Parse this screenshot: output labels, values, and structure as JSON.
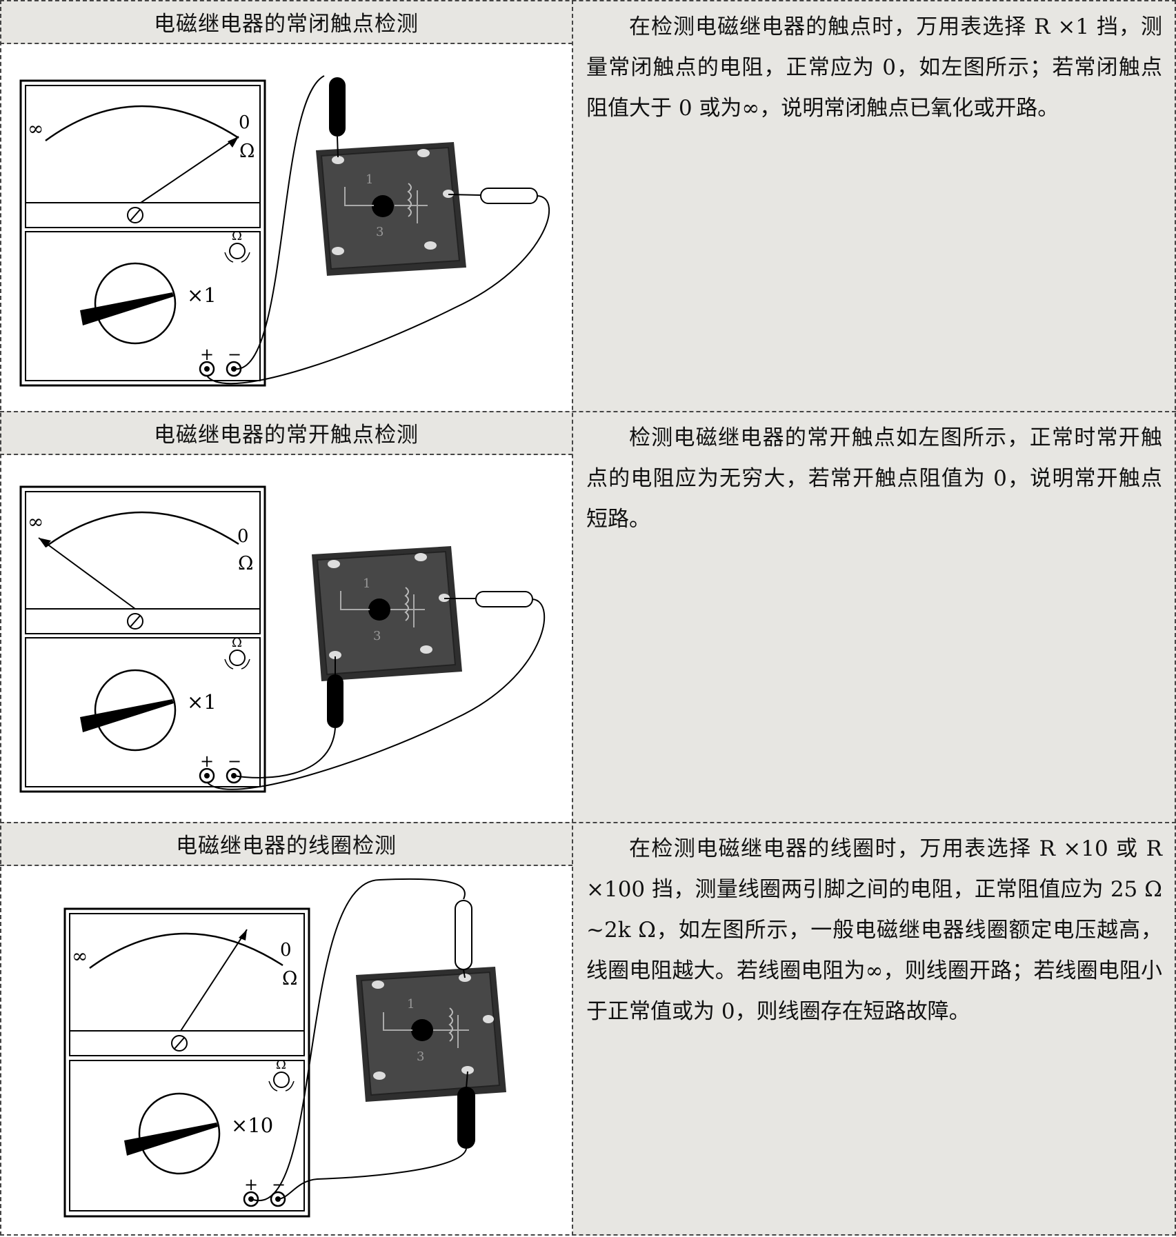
{
  "sections": [
    {
      "header": "电磁继电器的常闭触点检测",
      "description": "在检测电磁继电器的触点时，万用表选择 R ×1 挡，测量常闭触点的电阻，正常应为 0，如左图所示；若常闭触点阻值大于 0 或为∞，说明常闭触点已氧化或开路。",
      "meter": {
        "scale_left": "∞",
        "scale_right": "0",
        "unit": "Ω",
        "range_label": "×1",
        "plus": "+",
        "minus": "−",
        "pointer_reading": "0"
      },
      "relay_pins": [
        "1",
        "3"
      ]
    },
    {
      "header": "电磁继电器的常开触点检测",
      "description": "检测电磁继电器的常开触点如左图所示，正常时常开触点的电阻应为无穷大，若常开触点阻值为 0，说明常开触点短路。",
      "meter": {
        "scale_left": "∞",
        "scale_right": "0",
        "unit": "Ω",
        "range_label": "×1",
        "plus": "+",
        "minus": "−",
        "pointer_reading": "∞"
      },
      "relay_pins": [
        "1",
        "3"
      ]
    },
    {
      "header": "电磁继电器的线圈检测",
      "description": "在检测电磁继电器的线圈时，万用表选择 R ×10 或 R ×100 挡，测量线圈两引脚之间的电阻，正常阻值应为 25 Ω ~2k Ω，如左图所示，一般电磁继电器线圈额定电压越高，线圈电阻越大。若线圈电阻为∞，则线圈开路；若线圈电阻小于正常值或为 0，则线圈存在短路故障。",
      "meter": {
        "scale_left": "∞",
        "scale_right": "0",
        "unit": "Ω",
        "range_label": "×10",
        "plus": "+",
        "minus": "−",
        "pointer_reading": "mid"
      },
      "relay_pins": [
        "1",
        "3"
      ]
    }
  ]
}
